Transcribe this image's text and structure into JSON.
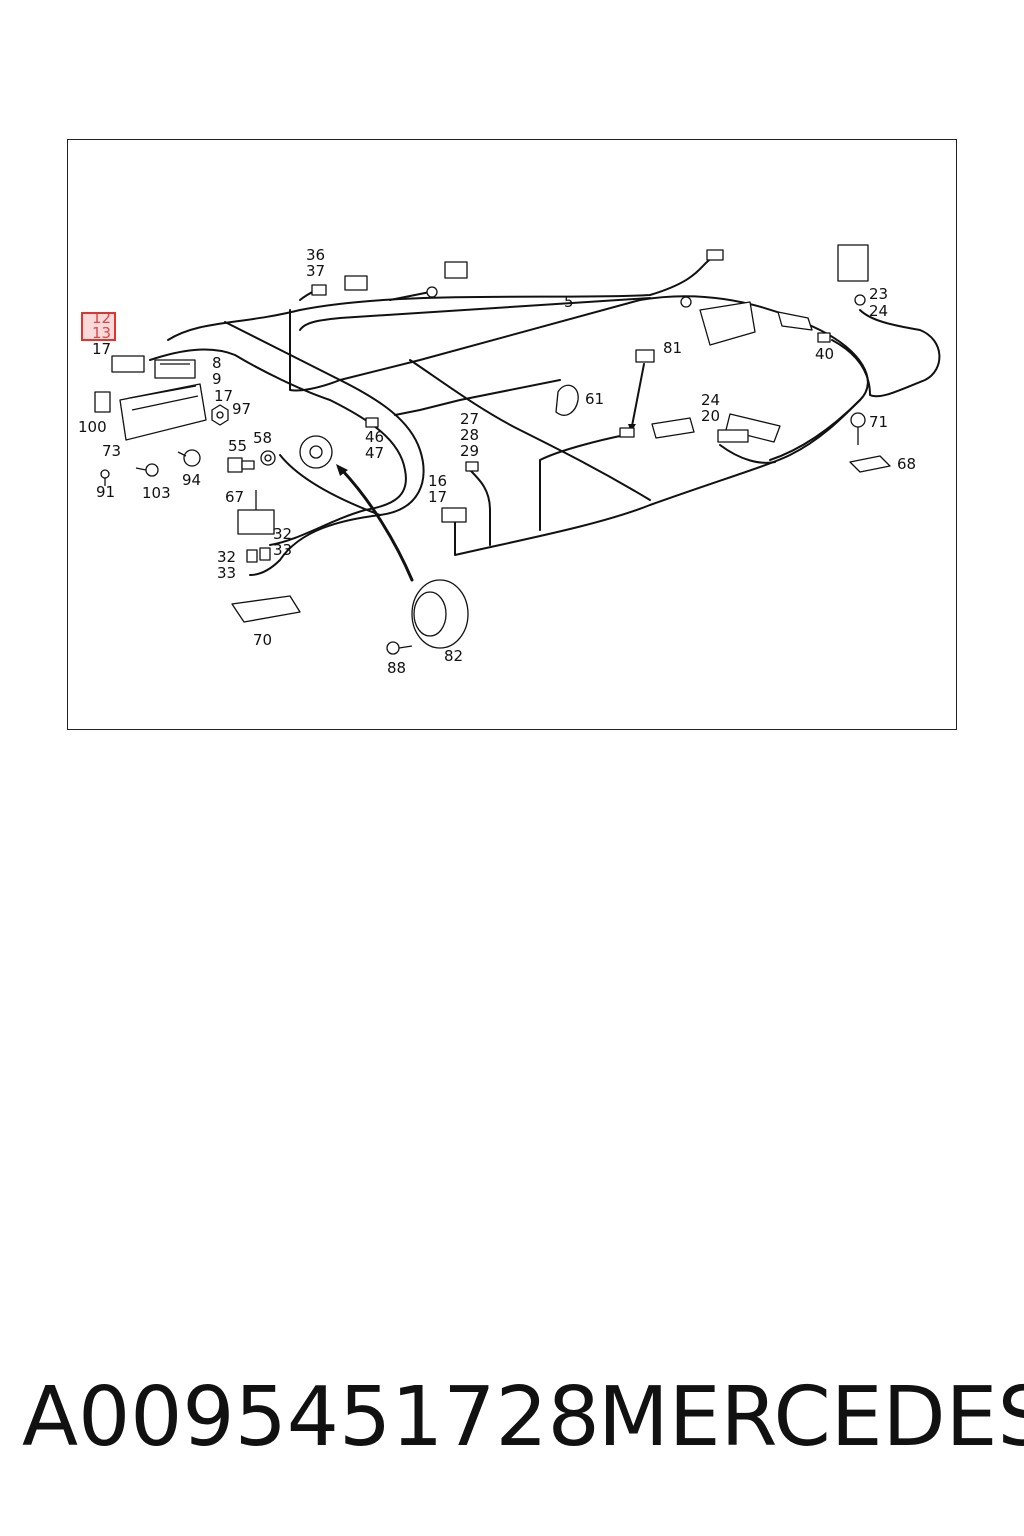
{
  "part": {
    "number": "A0095451728",
    "brand": "MERCEDES"
  },
  "diagram": {
    "highlighted_callout": [
      "12",
      "13"
    ],
    "callouts": {
      "c12": "12",
      "c13": "13",
      "c17a": "17",
      "c8": "8",
      "c9": "9",
      "c17b": "17",
      "c97": "97",
      "c100": "100",
      "c73": "73",
      "c55": "55",
      "c58": "58",
      "c91": "91",
      "c103": "103",
      "c94": "94",
      "c67": "67",
      "c32a": "32",
      "c33a": "33",
      "c32b": "32",
      "c33b": "33",
      "c70": "70",
      "c36": "36",
      "c37": "37",
      "c46": "46",
      "c47": "47",
      "c27": "27",
      "c28": "28",
      "c29": "29",
      "c16": "16",
      "c17c": "17",
      "c5": "5",
      "c61": "61",
      "c81": "81",
      "c24a": "24",
      "c20": "20",
      "c23": "23",
      "c24b": "24",
      "c40": "40",
      "c71": "71",
      "c68": "68",
      "c82": "82",
      "c88": "88"
    }
  }
}
